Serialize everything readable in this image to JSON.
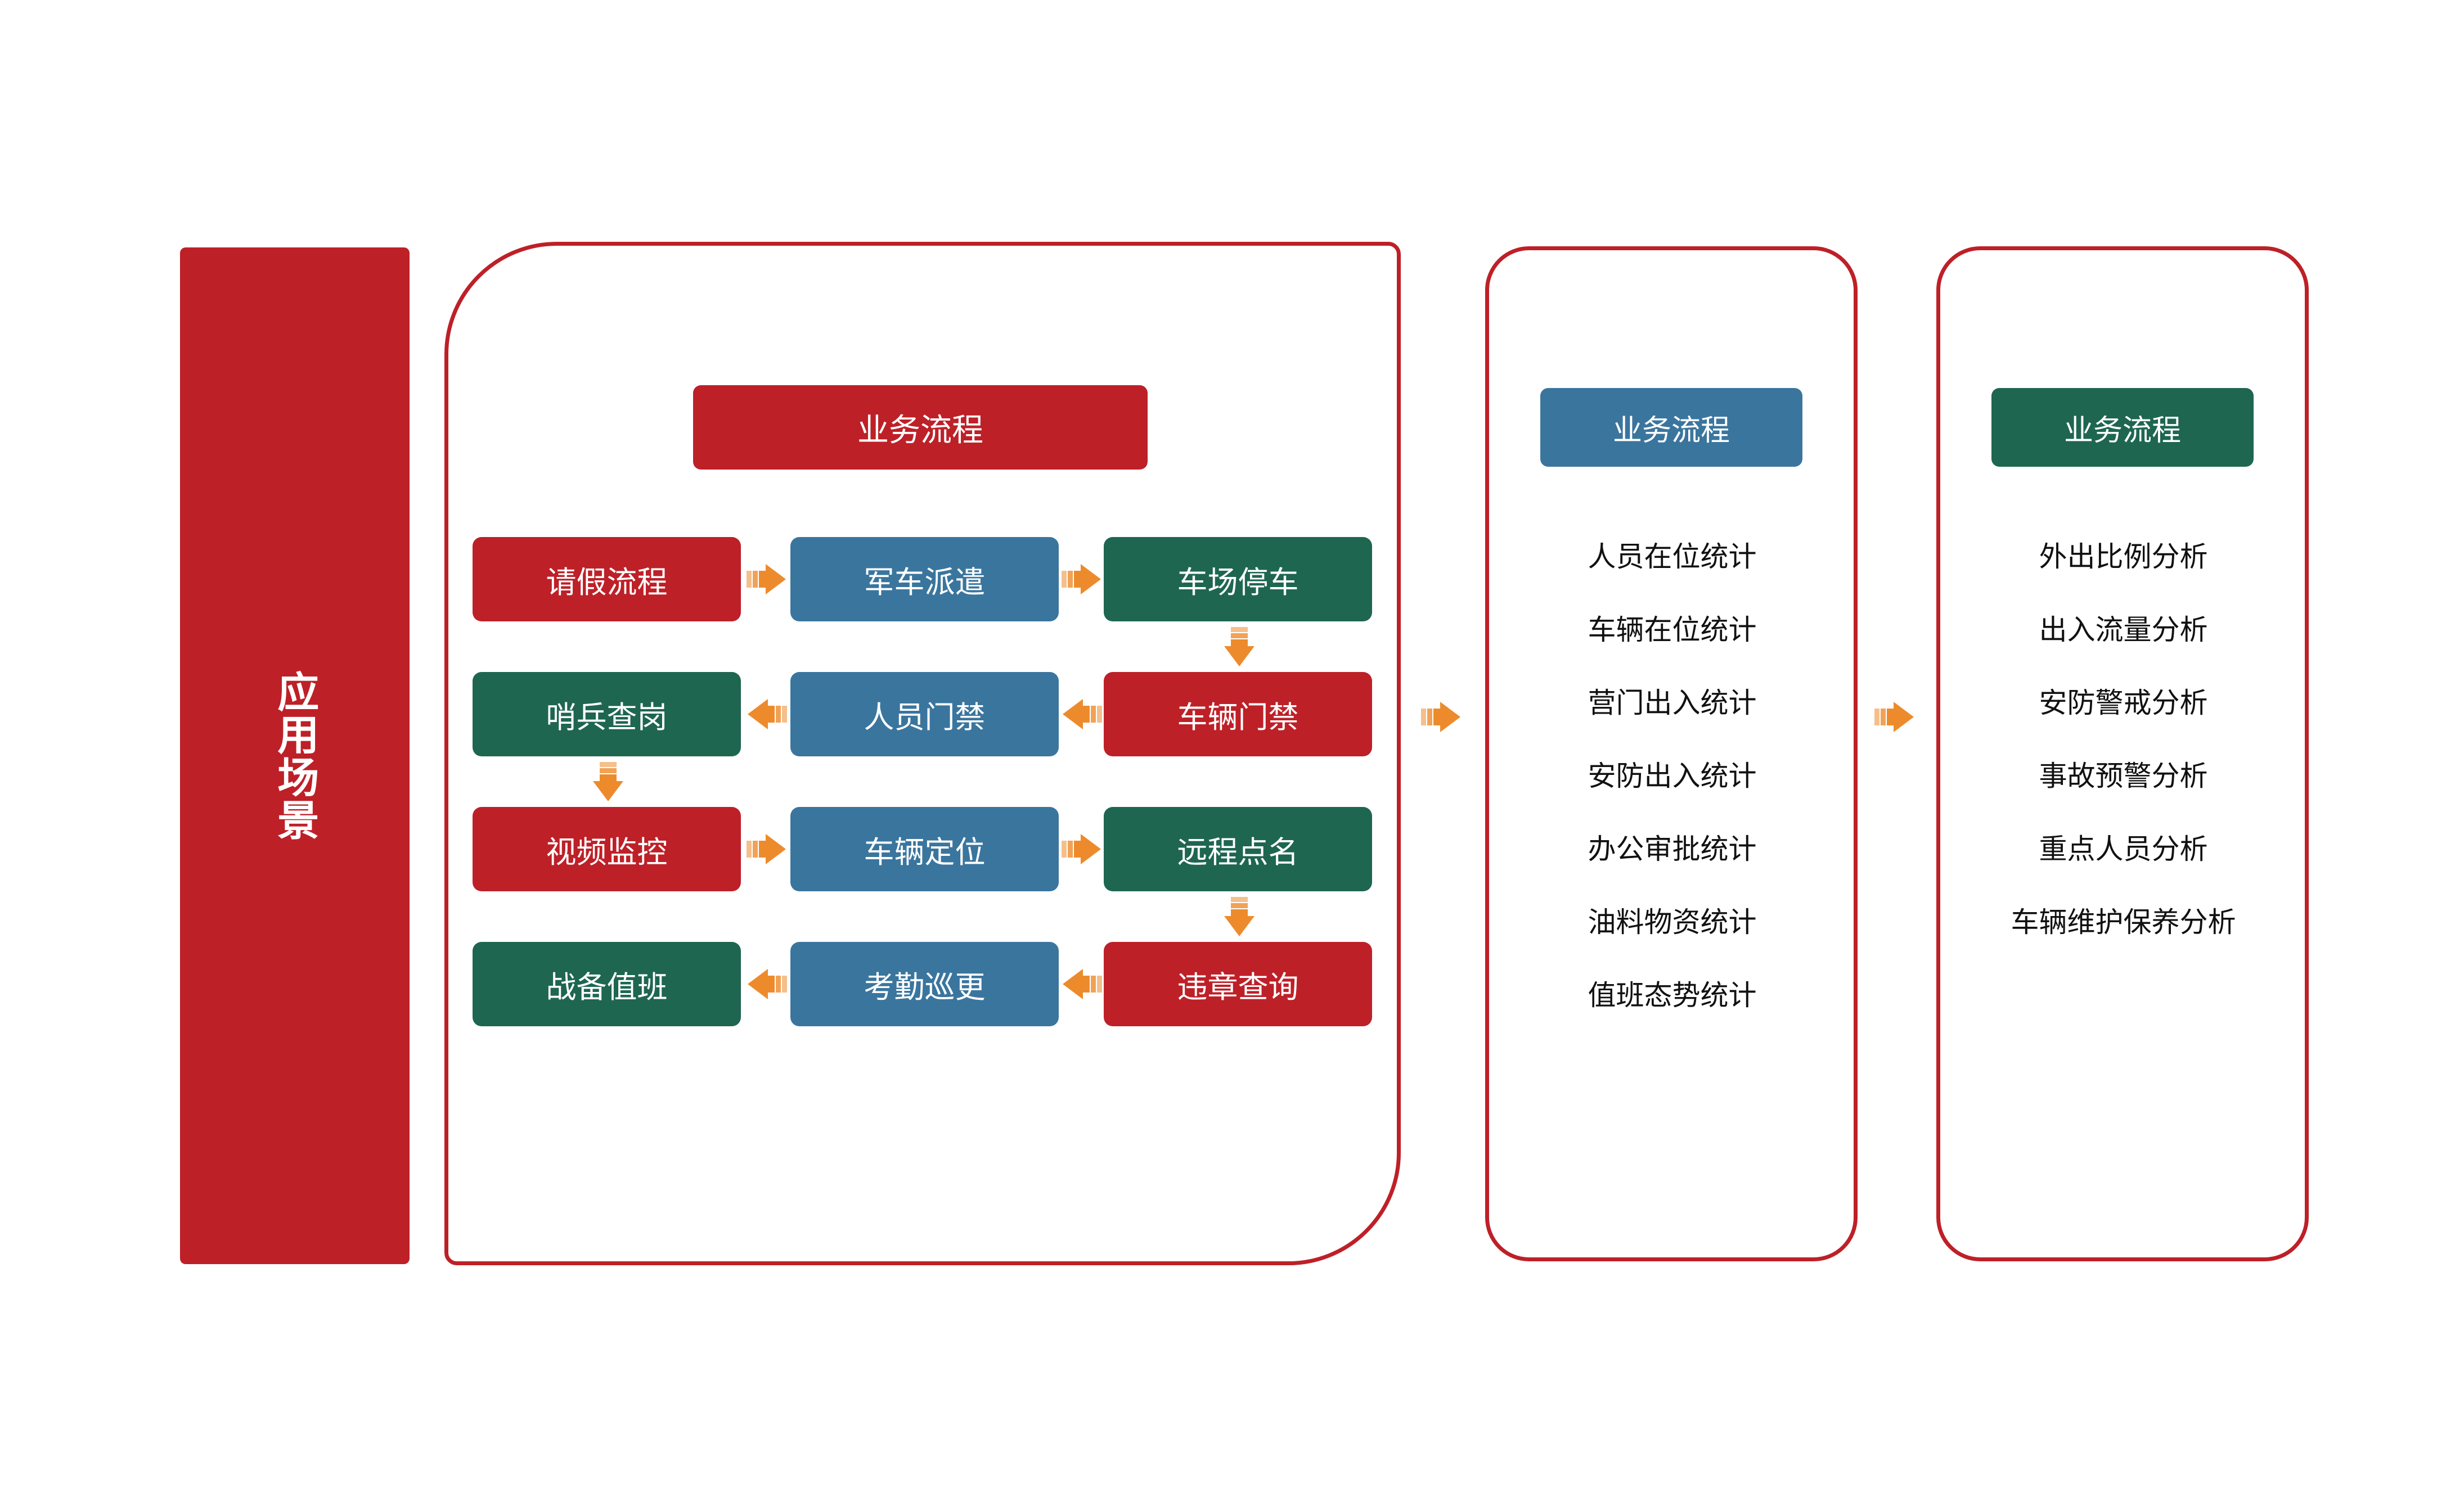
{
  "sidebar": {
    "label": "应用场景",
    "color": "#BE2028"
  },
  "colors": {
    "red": "#BE2028",
    "blue": "#3A759E",
    "green": "#1E6650",
    "arrow_orange": "#ED8B2C",
    "panel_border": "#BE2028",
    "text_dark": "#111111",
    "text_light": "#FFFFFF"
  },
  "panels": {
    "main": {
      "header": "业务流程",
      "header_color": "#BE2028",
      "rows": [
        {
          "direction": "right",
          "boxes": [
            {
              "label": "请假流程",
              "color": "red"
            },
            {
              "label": "军车派遣",
              "color": "blue"
            },
            {
              "label": "车场停车",
              "color": "green"
            }
          ]
        },
        {
          "direction": "left",
          "boxes": [
            {
              "label": "哨兵查岗",
              "color": "green"
            },
            {
              "label": "人员门禁",
              "color": "blue"
            },
            {
              "label": "车辆门禁",
              "color": "red"
            }
          ]
        },
        {
          "direction": "right",
          "boxes": [
            {
              "label": "视频监控",
              "color": "red"
            },
            {
              "label": "车辆定位",
              "color": "blue"
            },
            {
              "label": "远程点名",
              "color": "green"
            }
          ]
        },
        {
          "direction": "left",
          "boxes": [
            {
              "label": "战备值班",
              "color": "green"
            },
            {
              "label": "考勤巡更",
              "color": "blue"
            },
            {
              "label": "违章查询",
              "color": "red"
            }
          ]
        }
      ],
      "vertical_connectors": [
        {
          "from": "车场停车",
          "to": "车辆门禁",
          "direction": "down",
          "column": "right"
        },
        {
          "from": "哨兵查岗",
          "to": "视频监控",
          "direction": "down",
          "column": "left"
        },
        {
          "from": "远程点名",
          "to": "违章查询",
          "direction": "down",
          "column": "right"
        }
      ]
    },
    "mid": {
      "header": "业务流程",
      "header_color": "#3A759E",
      "items": [
        "人员在位统计",
        "车辆在位统计",
        "营门出入统计",
        "安防出入统计",
        "办公审批统计",
        "油料物资统计",
        "值班态势统计"
      ]
    },
    "right": {
      "header": "业务流程",
      "header_color": "#1E6650",
      "items": [
        "外出比例分析",
        "出入流量分析",
        "安防警戒分析",
        "事故预警分析",
        "重点人员分析",
        "车辆维护保养分析"
      ]
    }
  },
  "panel_connectors": [
    {
      "name": "main-to-mid",
      "direction": "right"
    },
    {
      "name": "mid-to-right",
      "direction": "right"
    }
  ]
}
